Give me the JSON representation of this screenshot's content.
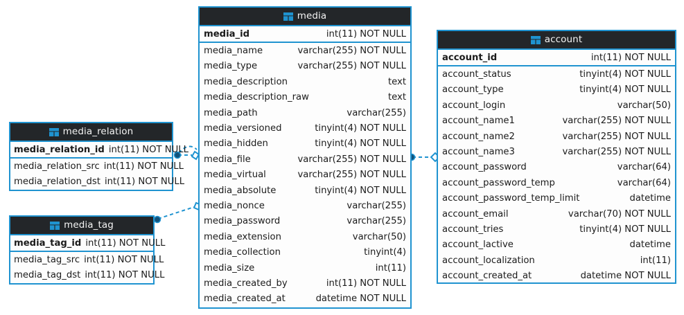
{
  "diagram": {
    "type": "er-diagram",
    "background_color": "#ffffff",
    "accent_color": "#1f93d0",
    "header_color": "#232629",
    "header_text_color": "#f4f4f4",
    "body_color": "#fdfdfd",
    "text_color": "#1b1b1b",
    "table_icon_name": "table-icon"
  },
  "entities": [
    {
      "id": "media",
      "title": "media",
      "icon": "table-icon",
      "primary_key": {
        "name": "media_id",
        "type": "int(11) NOT NULL"
      },
      "columns": [
        {
          "name": "media_name",
          "type": "varchar(255) NOT NULL"
        },
        {
          "name": "media_type",
          "type": "varchar(255) NOT NULL"
        },
        {
          "name": "media_description",
          "type": "text"
        },
        {
          "name": "media_description_raw",
          "type": "text"
        },
        {
          "name": "media_path",
          "type": "varchar(255)"
        },
        {
          "name": "media_versioned",
          "type": "tinyint(4) NOT NULL"
        },
        {
          "name": "media_hidden",
          "type": "tinyint(4) NOT NULL"
        },
        {
          "name": "media_file",
          "type": "varchar(255) NOT NULL"
        },
        {
          "name": "media_virtual",
          "type": "varchar(255) NOT NULL"
        },
        {
          "name": "media_absolute",
          "type": "tinyint(4) NOT NULL"
        },
        {
          "name": "media_nonce",
          "type": "varchar(255)"
        },
        {
          "name": "media_password",
          "type": "varchar(255)"
        },
        {
          "name": "media_extension",
          "type": "varchar(50)"
        },
        {
          "name": "media_collection",
          "type": "tinyint(4)"
        },
        {
          "name": "media_size",
          "type": "int(11)"
        },
        {
          "name": "media_created_by",
          "type": "int(11) NOT NULL"
        },
        {
          "name": "media_created_at",
          "type": "datetime NOT NULL"
        }
      ]
    },
    {
      "id": "account",
      "title": "account",
      "icon": "table-icon",
      "primary_key": {
        "name": "account_id",
        "type": "int(11) NOT NULL"
      },
      "columns": [
        {
          "name": "account_status",
          "type": "tinyint(4) NOT NULL"
        },
        {
          "name": "account_type",
          "type": "tinyint(4) NOT NULL"
        },
        {
          "name": "account_login",
          "type": "varchar(50)"
        },
        {
          "name": "account_name1",
          "type": "varchar(255) NOT NULL"
        },
        {
          "name": "account_name2",
          "type": "varchar(255) NOT NULL"
        },
        {
          "name": "account_name3",
          "type": "varchar(255) NOT NULL"
        },
        {
          "name": "account_password",
          "type": "varchar(64)"
        },
        {
          "name": "account_password_temp",
          "type": "varchar(64)"
        },
        {
          "name": "account_password_temp_limit",
          "type": "datetime"
        },
        {
          "name": "account_email",
          "type": "varchar(70) NOT NULL"
        },
        {
          "name": "account_tries",
          "type": "tinyint(4) NOT NULL"
        },
        {
          "name": "account_lactive",
          "type": "datetime"
        },
        {
          "name": "account_localization",
          "type": "int(11)"
        },
        {
          "name": "account_created_at",
          "type": "datetime NOT NULL"
        }
      ]
    },
    {
      "id": "media_relation",
      "title": "media_relation",
      "icon": "table-icon",
      "primary_key": {
        "name": "media_relation_id",
        "type": "int(11) NOT NULL"
      },
      "columns": [
        {
          "name": "media_relation_src",
          "type": "int(11) NOT NULL"
        },
        {
          "name": "media_relation_dst",
          "type": "int(11) NOT NULL"
        }
      ]
    },
    {
      "id": "media_tag",
      "title": "media_tag",
      "icon": "table-icon",
      "primary_key": {
        "name": "media_tag_id",
        "type": "int(11) NOT NULL"
      },
      "columns": [
        {
          "name": "media_tag_src",
          "type": "int(11) NOT NULL"
        },
        {
          "name": "media_tag_dst",
          "type": "int(11) NOT NULL"
        }
      ]
    }
  ],
  "relationships": [
    {
      "id": "rel-media-account",
      "from": "media",
      "to": "account",
      "from_marker": "filled-circle",
      "to_marker": "open-diamond",
      "style": "dashed"
    },
    {
      "id": "rel-media_relation-media-a",
      "from": "media_relation",
      "to": "media",
      "from_marker": "filled-circle",
      "to_marker": "open-diamond",
      "style": "dashed"
    },
    {
      "id": "rel-media_relation-media-b",
      "from": "media_relation",
      "to": "media",
      "from_marker": "filled-circle",
      "to_marker": "open-diamond",
      "style": "dashed"
    },
    {
      "id": "rel-media_tag-media",
      "from": "media_tag",
      "to": "media",
      "from_marker": "filled-circle",
      "to_marker": "open-diamond",
      "style": "dashed"
    }
  ]
}
